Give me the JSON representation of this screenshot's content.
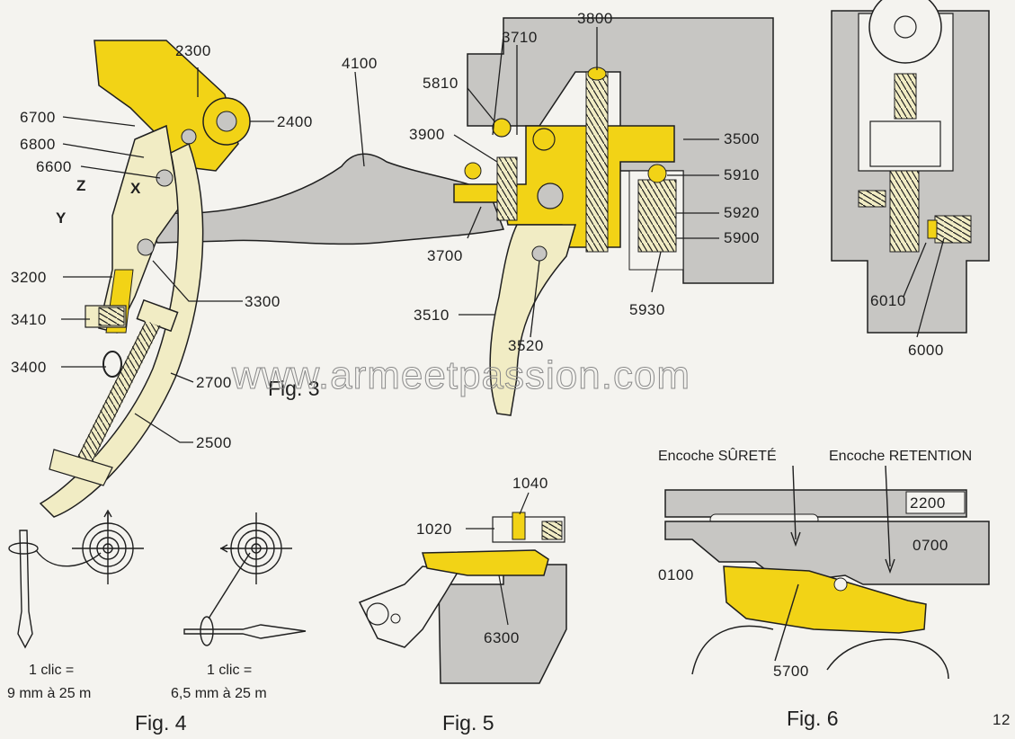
{
  "watermark": "www.armeetpassion.com",
  "page_number": "12",
  "colors": {
    "yellow": "#f2d316",
    "gray": "#c7c6c3",
    "ivory": "#f1ecc4",
    "line": "#1f1f1f"
  },
  "figures": {
    "fig3": {
      "caption": "Fig. 3",
      "labels": {
        "l2300": "2300",
        "l2400": "2400",
        "l6700": "6700",
        "l6800": "6800",
        "l6600": "6600",
        "lZ": "Z",
        "lX": "X",
        "lY": "Y",
        "l4100": "4100",
        "l3710": "3710",
        "l3800": "3800",
        "l5810": "5810",
        "l3900": "3900",
        "l3500": "3500",
        "l5910": "5910",
        "l5920": "5920",
        "l5900": "5900",
        "l3700": "3700",
        "l5930": "5930",
        "l3510": "3510",
        "l3520": "3520",
        "l3200": "3200",
        "l3300": "3300",
        "l3410": "3410",
        "l3400": "3400",
        "l2700": "2700",
        "l2500": "2500",
        "l6010": "6010",
        "l6000": "6000"
      }
    },
    "fig4": {
      "caption": "Fig. 4",
      "note_left_1": "1 clic =",
      "note_left_2": "9 mm à 25 m",
      "note_right_1": "1 clic =",
      "note_right_2": "6,5 mm à 25 m"
    },
    "fig5": {
      "caption": "Fig. 5",
      "labels": {
        "l1040": "1040",
        "l1020": "1020",
        "l6300": "6300"
      }
    },
    "fig6": {
      "caption": "Fig. 6",
      "notch_safety": "Encoche SÛRETÉ",
      "notch_retention": "Encoche RETENTION",
      "labels": {
        "l2200": "2200",
        "l0700": "0700",
        "l0100": "0100",
        "l5700": "5700"
      }
    }
  }
}
